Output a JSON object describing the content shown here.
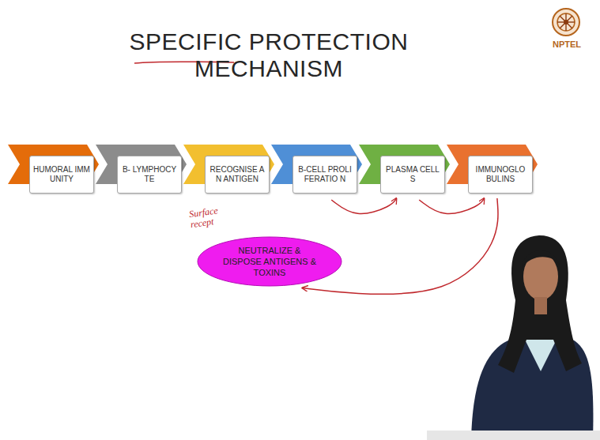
{
  "diagram": {
    "title": "SPECIFIC PROTECTION MECHANISM",
    "nodes": [
      {
        "text": [
          "HUMORAL IMMUNITY"
        ]
      },
      {
        "text": [
          "B- LYMPHOCYTE"
        ]
      },
      {
        "text": [
          "RECOGNISE AN ANTIGEN"
        ]
      },
      {
        "text": [
          "B-CELL PROLIFERATIO N"
        ]
      },
      {
        "text": [
          "PLASMA CELLS"
        ]
      },
      {
        "text": [
          "IMMUNOGLO BULINS"
        ]
      },
      {
        "text": [
          "NEUTRALIZE & DISPOSE ANTIGENS & TOXINS"
        ]
      }
    ],
    "edges": [
      {
        "from": 3,
        "to": 4,
        "arrow": "to"
      },
      {
        "from": 4,
        "to": 5,
        "arrow": "to"
      },
      {
        "from": 5,
        "to": 6,
        "arrow": "to"
      }
    ],
    "labels": [
      "NPTEL",
      "Surface recept"
    ]
  }
}
